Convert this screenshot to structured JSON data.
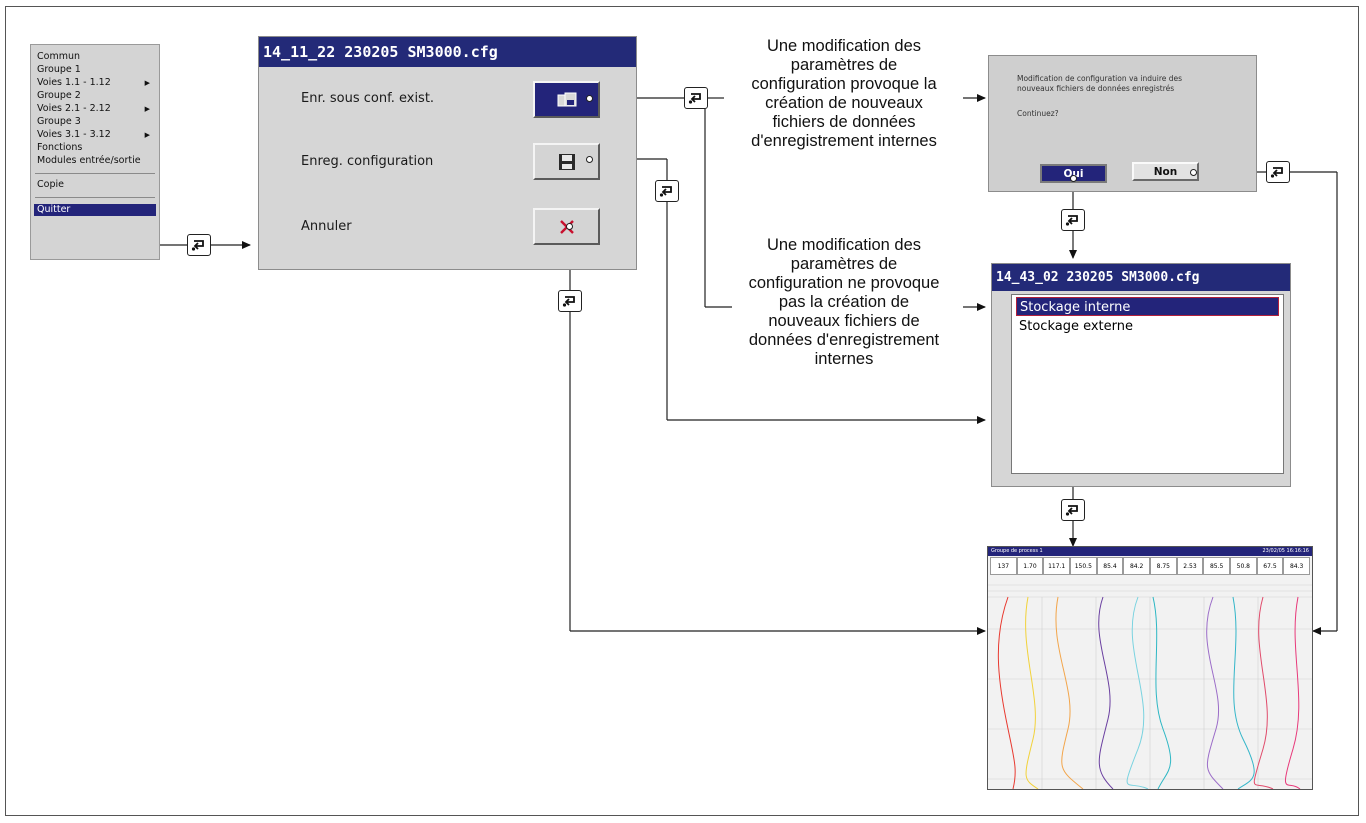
{
  "menu": {
    "items": [
      {
        "label": "Commun",
        "submenu": false
      },
      {
        "label": "Groupe 1",
        "submenu": false
      },
      {
        "label": "Voies 1.1 - 1.12",
        "submenu": true
      },
      {
        "label": "Groupe 2",
        "submenu": false
      },
      {
        "label": "Voies 2.1 - 2.12",
        "submenu": true
      },
      {
        "label": "Groupe 3",
        "submenu": false
      },
      {
        "label": "Voies 3.1 - 3.12",
        "submenu": true
      },
      {
        "label": "Fonctions",
        "submenu": false
      },
      {
        "label": "Modules entrée/sortie",
        "submenu": false
      }
    ],
    "copy_label": "Copie",
    "quit_label": "Quitter"
  },
  "save_window": {
    "title": "14_11_22 230205 SM3000.cfg",
    "option_save_existing": "Enr. sous conf. exist.",
    "option_save_config": "Enreg. configuration",
    "option_cancel": "Annuler"
  },
  "notes": {
    "changes_create_files": [
      "Une modification des",
      "paramètres de",
      "configuration provoque la",
      "création de nouveaux",
      "fichiers de données",
      "d'enregistrement internes"
    ],
    "changes_no_files": [
      "Une modification des",
      "paramètres de",
      "configuration ne provoque",
      "pas la création de",
      "nouveaux fichiers de",
      "données d'enregistrement",
      "internes"
    ]
  },
  "confirm_dialog": {
    "message_line1": "Modification de configuration va induire des",
    "message_line2": "nouveaux fichiers de données enregistrés",
    "question": "Continuez?",
    "yes_label": "Oui",
    "no_label": "Non"
  },
  "storage_window": {
    "title": "14_43_02 230205 SM3000.cfg",
    "item_internal": "Stockage interne",
    "item_external": "Stockage externe"
  },
  "recorder_screen": {
    "header": "Groupe de process 1",
    "date_time": "23/02/05  16:16:16",
    "values": [
      "137",
      "1.70",
      "117.1",
      "150.5",
      "85.4",
      "84.2",
      "8.75",
      "2.53",
      "85.5",
      "50.8",
      "67.5",
      "84.3"
    ]
  },
  "colors": {
    "title_bar": "#232a78",
    "selection": "#23247a",
    "cancel_icon": "#c8102e"
  },
  "icons": {
    "key": "enter-key-icon",
    "save_existing": "save-existing-icon",
    "save": "floppy-disk-icon",
    "cancel": "close-icon"
  }
}
